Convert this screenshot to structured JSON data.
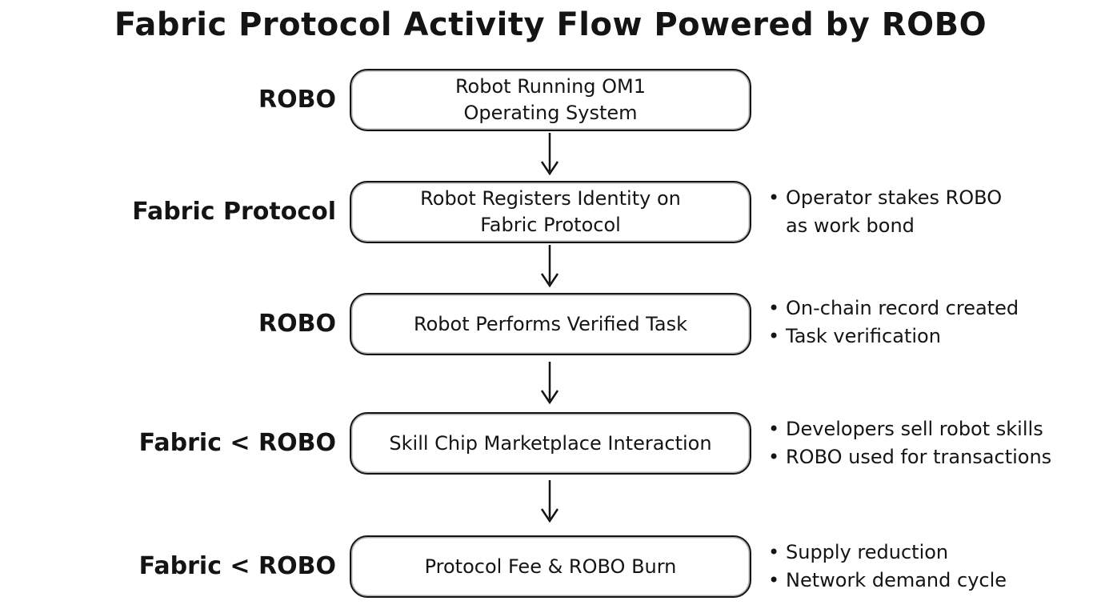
{
  "title": "Fabric Protocol Activity Flow Powered by ROBO",
  "colors": {
    "ink": "#141414",
    "background": "#ffffff"
  },
  "flow": {
    "steps": [
      {
        "label": "ROBO",
        "box_lines": [
          "Robot Running OM1",
          "Operating System"
        ],
        "bullets": []
      },
      {
        "label": "Fabric Protocol",
        "box_lines": [
          "Robot Registers Identity on",
          "Fabric Protocol"
        ],
        "bullets": [
          "Operator stakes ROBO as work bond"
        ]
      },
      {
        "label": "ROBO",
        "box_lines": [
          "Robot Performs Verified Task"
        ],
        "bullets": [
          "On-chain record created",
          "Task verification"
        ]
      },
      {
        "label": "Fabric < ROBO",
        "box_lines": [
          "Skill Chip Marketplace Interaction"
        ],
        "bullets": [
          "Developers sell robot skills",
          "ROBO used for transactions"
        ]
      },
      {
        "label": "Fabric < ROBO",
        "box_lines": [
          "Protocol Fee & ROBO Burn"
        ],
        "bullets": [
          "Supply reduction",
          "Network demand cycle"
        ]
      }
    ]
  },
  "icons": {
    "arrow": "down-arrow"
  }
}
